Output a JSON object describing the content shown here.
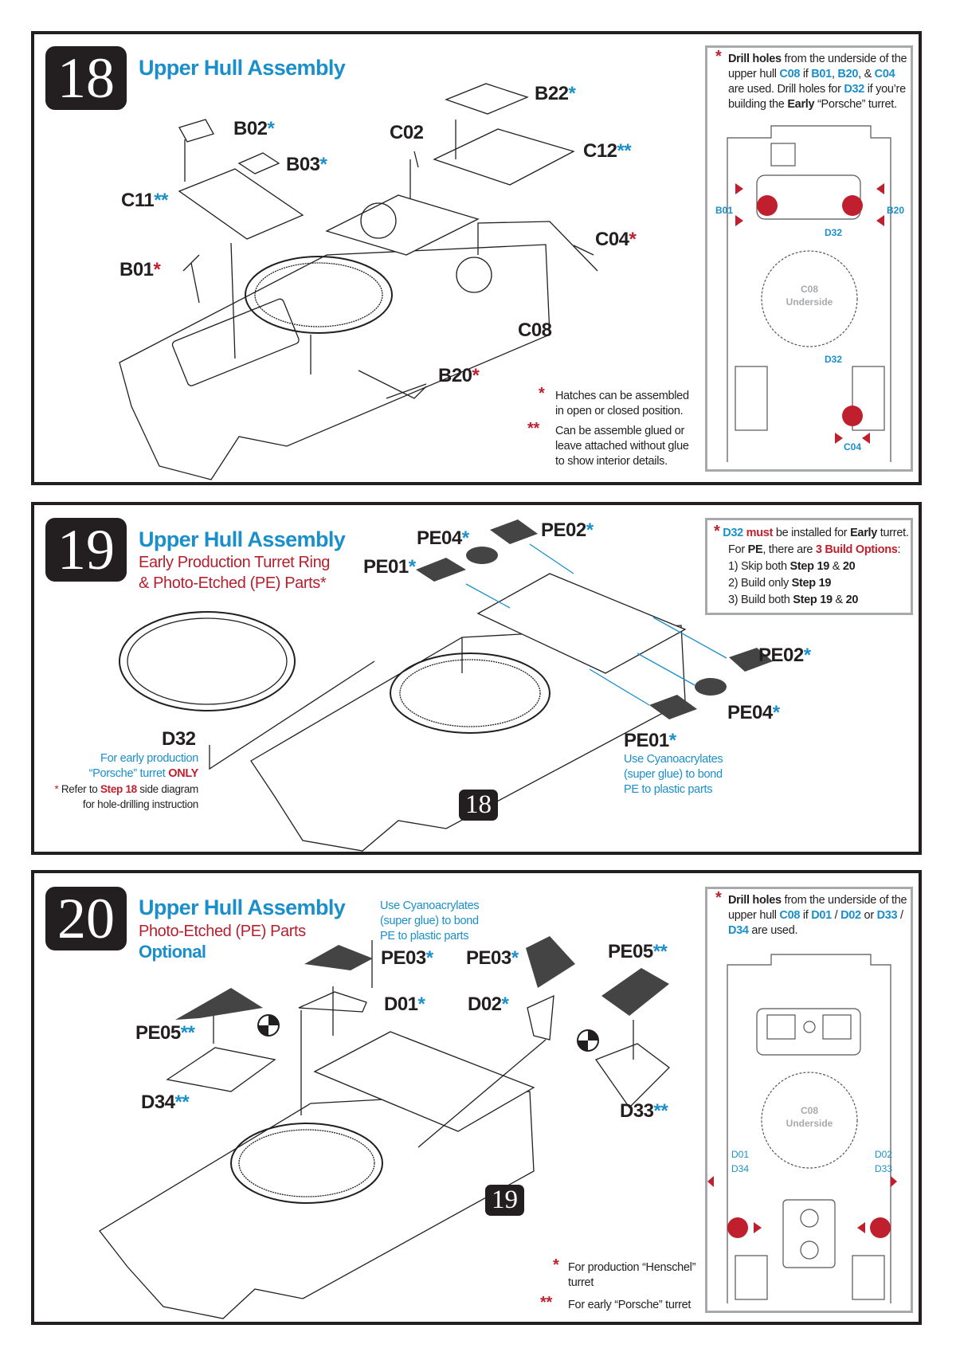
{
  "colors": {
    "accent": "#1a8fc9",
    "warning": "#c0202e",
    "ink": "#231f20",
    "frame": "#a7a9ac"
  },
  "step18": {
    "number": "18",
    "title": "Upper Hull Assembly",
    "labels": [
      {
        "part": "B02",
        "mark": "*"
      },
      {
        "part": "B03",
        "mark": "*"
      },
      {
        "part": "C11",
        "mark": "**"
      },
      {
        "part": "C02",
        "mark": ""
      },
      {
        "part": "B22",
        "mark": "*"
      },
      {
        "part": "C12",
        "mark": "**"
      },
      {
        "part": "C04",
        "mark": "*"
      },
      {
        "part": "B01",
        "mark": "*"
      },
      {
        "part": "C08",
        "mark": ""
      },
      {
        "part": "B20",
        "mark": "*"
      }
    ],
    "footnotes": [
      {
        "mark": "*",
        "lines": [
          "Hatches can be assembled",
          "in open or closed position."
        ]
      },
      {
        "mark": "**",
        "lines": [
          "Can be assemble glued or",
          "leave attached without glue",
          "to show interior details."
        ]
      }
    ],
    "side": {
      "star": "*",
      "seg": [
        "Drill holes",
        " from the underside of the",
        "upper hull ",
        "C08",
        " if ",
        "B01",
        ", ",
        "B20",
        ", & ",
        "C04",
        "are used.  Drill holes for ",
        "D32",
        " if you’re",
        "building the ",
        "Early",
        " “Porsche” turret."
      ],
      "diagram": {
        "left": "B01",
        "right": "B20",
        "d32_top": "D32",
        "d32_bottom": "D32",
        "c04": "C04",
        "ring_line1": "C08",
        "ring_line2": "Underside"
      }
    }
  },
  "step19": {
    "number": "19",
    "title": "Upper Hull Assembly",
    "subtitle": [
      "Early Production Turret Ring",
      "& Photo-Etched (PE) Parts*"
    ],
    "labels": [
      {
        "part": "PE04",
        "mark": "*"
      },
      {
        "part": "PE02",
        "mark": "*"
      },
      {
        "part": "PE01",
        "mark": "*"
      },
      {
        "part": "PE02",
        "mark": "*"
      },
      {
        "part": "PE04",
        "mark": "*"
      },
      {
        "part": "PE01",
        "mark": "*"
      },
      {
        "part": "D32",
        "mark": ""
      }
    ],
    "glue_note": [
      "Use Cyanoacrylates",
      "(super glue) to bond",
      "PE to plastic parts"
    ],
    "d32_note": {
      "line1": "For early production",
      "line2a": "“Porsche” turret ",
      "line2b": "ONLY",
      "line3a": "* ",
      "line3b": "Refer to ",
      "line3c": "Step 18",
      "line3d": " side diagram",
      "line4": "for hole-drilling instruction"
    },
    "ref_badge": "18",
    "side": {
      "star": "*",
      "seg": [
        "D32",
        " must",
        " be installed for ",
        "Early",
        " turret.",
        "For ",
        "PE",
        ", there are ",
        "3 Build Options",
        ":"
      ],
      "options": [
        {
          "pre": "1) Skip both ",
          "a": "Step 19",
          "mid": " & ",
          "b": "20"
        },
        {
          "pre": "2) Build only ",
          "a": "Step 19"
        },
        {
          "pre": "3) Build both ",
          "a": "Step 19",
          "mid": " & ",
          "b": "20"
        }
      ]
    }
  },
  "step20": {
    "number": "20",
    "title": "Upper Hull Assembly",
    "subtitle": "Photo-Etched (PE) Parts",
    "optional": "Optional",
    "glue_note": [
      "Use Cyanoacrylates",
      "(super glue) to bond",
      "PE to plastic parts"
    ],
    "labels": [
      {
        "part": "PE03",
        "mark": "*"
      },
      {
        "part": "PE03",
        "mark": "*"
      },
      {
        "part": "PE05",
        "mark": "**"
      },
      {
        "part": "D01",
        "mark": "*"
      },
      {
        "part": "D02",
        "mark": "*"
      },
      {
        "part": "PE05",
        "mark": "**"
      },
      {
        "part": "D34",
        "mark": "**"
      },
      {
        "part": "D33",
        "mark": "**"
      }
    ],
    "ref_badge": "19",
    "footnotes": [
      {
        "mark": "*",
        "lines": [
          "For production “Henschel”",
          "turret"
        ]
      },
      {
        "mark": "**",
        "lines": [
          "For early “Porsche” turret"
        ]
      }
    ],
    "side": {
      "star": "*",
      "seg": [
        "Drill holes",
        " from the underside of the",
        "upper hull ",
        "C08",
        " if ",
        "D01",
        " / ",
        "D02",
        " or ",
        "D33",
        " /",
        "D34",
        " are used."
      ],
      "diagram": {
        "left1": "D01",
        "left2": "D34",
        "right1": "D02",
        "right2": "D33",
        "ring_line1": "C08",
        "ring_line2": "Underside"
      }
    }
  }
}
